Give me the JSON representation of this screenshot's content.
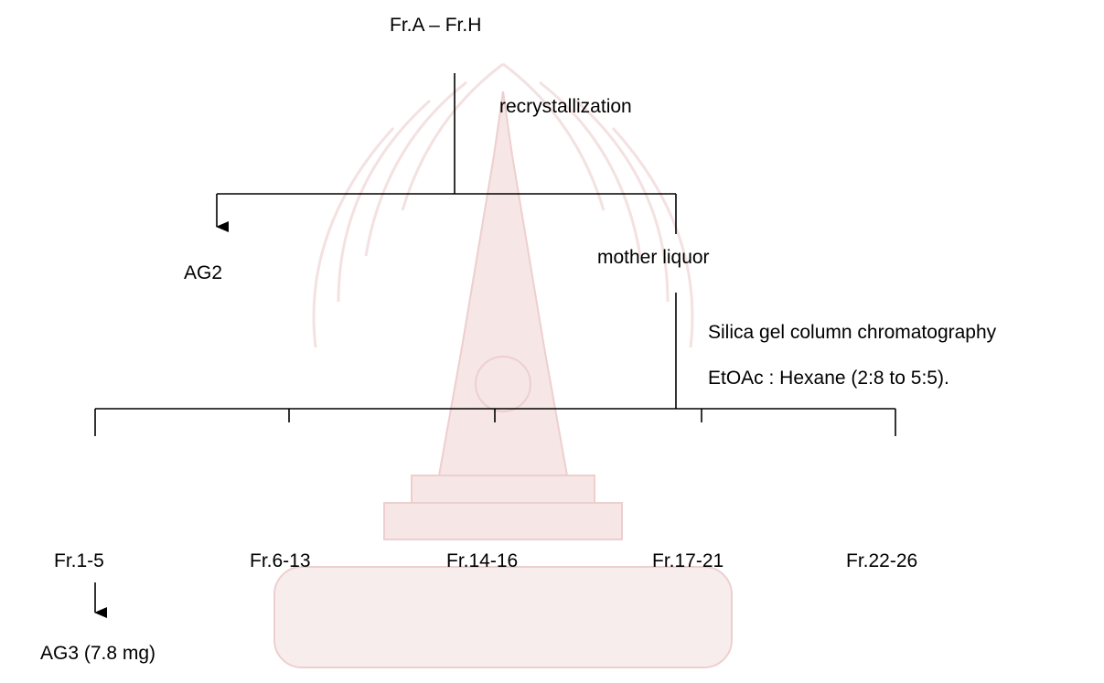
{
  "nodes": {
    "start": "Fr.A – Fr.H",
    "ag2": "AG2",
    "mother_liquor": "mother liquor",
    "fr_1_5": "Fr.1-5",
    "fr_6_13": "Fr.6-13",
    "fr_14_16": "Fr.14-16",
    "fr_17_21": "Fr.17-21",
    "fr_22_26": "Fr.22-26",
    "ag3_name": "AG3",
    "ag3_amount": " (7.8 mg)"
  },
  "steps": {
    "recrystallization": "recrystallization",
    "chromatography": "Silica gel column chromatography",
    "solvent": "EtOAc : Hexane (2:8 to 5:5)."
  },
  "colors": {
    "line": "#000000",
    "watermark": "#f3d9d9"
  }
}
